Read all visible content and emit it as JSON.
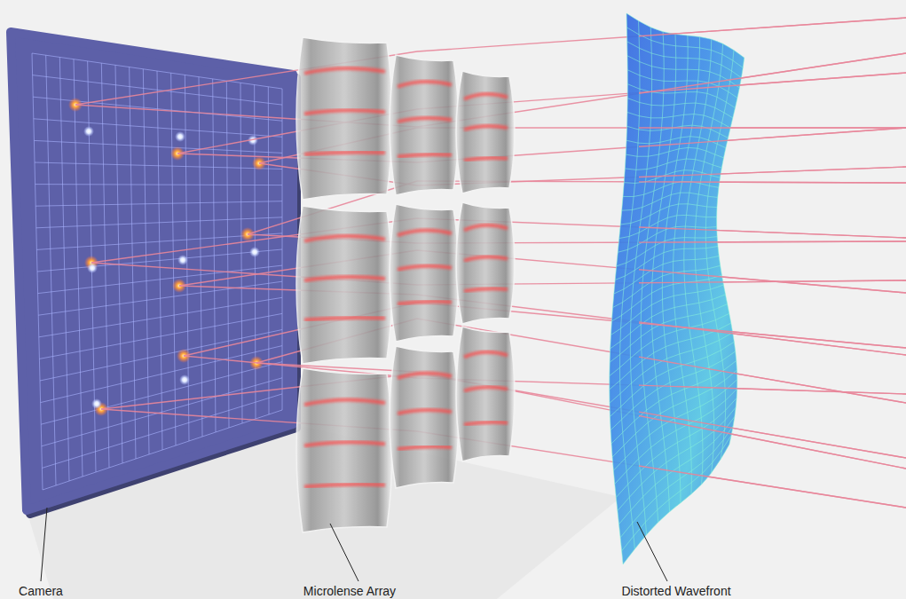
{
  "diagram": {
    "labels": [
      "Camera",
      "Microlense Array",
      "Distorted Wavefront"
    ]
  }
}
